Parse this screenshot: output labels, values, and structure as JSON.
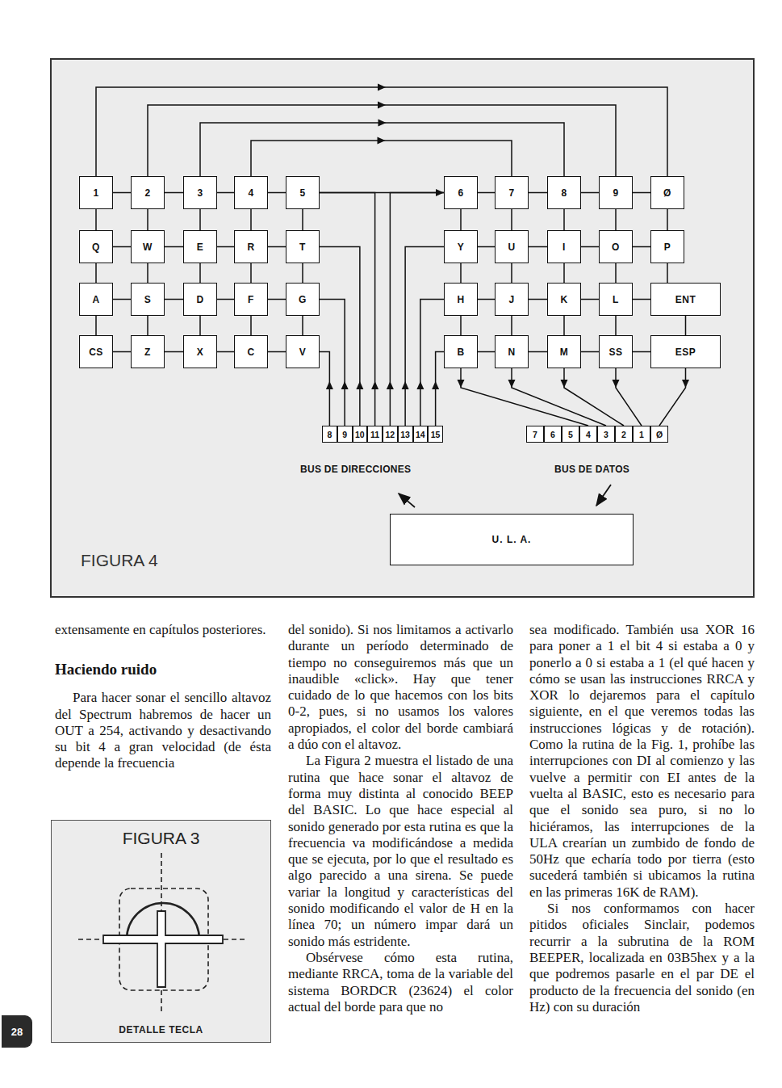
{
  "diagram": {
    "nodes": [
      {
        "text": [
          "FIGURA 4"
        ]
      },
      {
        "text": [
          "1"
        ],
        "in": 0
      },
      {
        "text": [
          "2"
        ],
        "in": 0
      },
      {
        "text": [
          "3"
        ],
        "in": 0
      },
      {
        "text": [
          "4"
        ],
        "in": 0
      },
      {
        "text": [
          "5"
        ],
        "in": 0
      },
      {
        "text": [
          "6"
        ],
        "in": 0
      },
      {
        "text": [
          "7"
        ],
        "in": 0
      },
      {
        "text": [
          "8"
        ],
        "in": 0
      },
      {
        "text": [
          "9"
        ],
        "in": 0
      },
      {
        "text": [
          "Ø"
        ],
        "in": 0
      },
      {
        "text": [
          "Q"
        ],
        "in": 0
      },
      {
        "text": [
          "W"
        ],
        "in": 0
      },
      {
        "text": [
          "E"
        ],
        "in": 0
      },
      {
        "text": [
          "R"
        ],
        "in": 0
      },
      {
        "text": [
          "T"
        ],
        "in": 0
      },
      {
        "text": [
          "Y"
        ],
        "in": 0
      },
      {
        "text": [
          "U"
        ],
        "in": 0
      },
      {
        "text": [
          "I"
        ],
        "in": 0
      },
      {
        "text": [
          "O"
        ],
        "in": 0
      },
      {
        "text": [
          "P"
        ],
        "in": 0
      },
      {
        "text": [
          "A"
        ],
        "in": 0
      },
      {
        "text": [
          "S"
        ],
        "in": 0
      },
      {
        "text": [
          "D"
        ],
        "in": 0
      },
      {
        "text": [
          "F"
        ],
        "in": 0
      },
      {
        "text": [
          "G"
        ],
        "in": 0
      },
      {
        "text": [
          "H"
        ],
        "in": 0
      },
      {
        "text": [
          "J"
        ],
        "in": 0
      },
      {
        "text": [
          "K"
        ],
        "in": 0
      },
      {
        "text": [
          "L"
        ],
        "in": 0
      },
      {
        "text": [
          "ENT"
        ],
        "in": 0
      },
      {
        "text": [
          "CS"
        ],
        "in": 0
      },
      {
        "text": [
          "Z"
        ],
        "in": 0
      },
      {
        "text": [
          "X"
        ],
        "in": 0
      },
      {
        "text": [
          "C"
        ],
        "in": 0
      },
      {
        "text": [
          "V"
        ],
        "in": 0
      },
      {
        "text": [
          "B"
        ],
        "in": 0
      },
      {
        "text": [
          "N"
        ],
        "in": 0
      },
      {
        "text": [
          "M"
        ],
        "in": 0
      },
      {
        "text": [
          "SS"
        ],
        "in": 0
      },
      {
        "text": [
          "ESP"
        ],
        "in": 0
      },
      {
        "text": [
          "8"
        ],
        "in": 0
      },
      {
        "text": [
          "9"
        ],
        "in": 0
      },
      {
        "text": [
          "10"
        ],
        "in": 0
      },
      {
        "text": [
          "11"
        ],
        "in": 0
      },
      {
        "text": [
          "12"
        ],
        "in": 0
      },
      {
        "text": [
          "13"
        ],
        "in": 0
      },
      {
        "text": [
          "14"
        ],
        "in": 0
      },
      {
        "text": [
          "15"
        ],
        "in": 0
      },
      {
        "text": [
          "7"
        ],
        "in": 0
      },
      {
        "text": [
          "6"
        ],
        "in": 0
      },
      {
        "text": [
          "5"
        ],
        "in": 0
      },
      {
        "text": [
          "4"
        ],
        "in": 0
      },
      {
        "text": [
          "3"
        ],
        "in": 0
      },
      {
        "text": [
          "2"
        ],
        "in": 0
      },
      {
        "text": [
          "1"
        ],
        "in": 0
      },
      {
        "text": [
          "Ø"
        ],
        "in": 0
      },
      {
        "text": [
          "U. L. A."
        ],
        "in": 0
      },
      {
        "text": [
          "FIGURA 3",
          "DETALLE TECLA"
        ]
      },
      {
        "text": [
          "28"
        ]
      }
    ],
    "edges": [
      {
        "from": 1,
        "to": 2,
        "arrow": "none"
      },
      {
        "from": 2,
        "to": 3,
        "arrow": "none"
      },
      {
        "from": 3,
        "to": 4,
        "arrow": "none"
      },
      {
        "from": 4,
        "to": 5,
        "arrow": "none"
      },
      {
        "from": 6,
        "to": 7,
        "arrow": "none"
      },
      {
        "from": 7,
        "to": 8,
        "arrow": "none"
      },
      {
        "from": 8,
        "to": 9,
        "arrow": "none"
      },
      {
        "from": 9,
        "to": 10,
        "arrow": "none"
      },
      {
        "from": 11,
        "to": 12,
        "arrow": "none"
      },
      {
        "from": 12,
        "to": 13,
        "arrow": "none"
      },
      {
        "from": 13,
        "to": 14,
        "arrow": "none"
      },
      {
        "from": 14,
        "to": 15,
        "arrow": "none"
      },
      {
        "from": 16,
        "to": 17,
        "arrow": "none"
      },
      {
        "from": 17,
        "to": 18,
        "arrow": "none"
      },
      {
        "from": 18,
        "to": 19,
        "arrow": "none"
      },
      {
        "from": 19,
        "to": 20,
        "arrow": "none"
      },
      {
        "from": 21,
        "to": 22,
        "arrow": "none"
      },
      {
        "from": 22,
        "to": 23,
        "arrow": "none"
      },
      {
        "from": 23,
        "to": 24,
        "arrow": "none"
      },
      {
        "from": 24,
        "to": 25,
        "arrow": "none"
      },
      {
        "from": 26,
        "to": 27,
        "arrow": "none"
      },
      {
        "from": 27,
        "to": 28,
        "arrow": "none"
      },
      {
        "from": 28,
        "to": 29,
        "arrow": "none"
      },
      {
        "from": 29,
        "to": 30,
        "arrow": "none"
      },
      {
        "from": 31,
        "to": 32,
        "arrow": "none"
      },
      {
        "from": 32,
        "to": 33,
        "arrow": "none"
      },
      {
        "from": 33,
        "to": 34,
        "arrow": "none"
      },
      {
        "from": 34,
        "to": 35,
        "arrow": "none"
      },
      {
        "from": 36,
        "to": 37,
        "arrow": "none"
      },
      {
        "from": 37,
        "to": 38,
        "arrow": "none"
      },
      {
        "from": 38,
        "to": 39,
        "arrow": "none"
      },
      {
        "from": 39,
        "to": 40,
        "arrow": "none"
      },
      {
        "from": 1,
        "to": 11,
        "arrow": "none"
      },
      {
        "from": 11,
        "to": 21,
        "arrow": "none"
      },
      {
        "from": 21,
        "to": 31,
        "arrow": "none"
      },
      {
        "from": 2,
        "to": 12,
        "arrow": "none"
      },
      {
        "from": 12,
        "to": 22,
        "arrow": "none"
      },
      {
        "from": 22,
        "to": 32,
        "arrow": "none"
      },
      {
        "from": 3,
        "to": 13,
        "arrow": "none"
      },
      {
        "from": 13,
        "to": 23,
        "arrow": "none"
      },
      {
        "from": 23,
        "to": 33,
        "arrow": "none"
      },
      {
        "from": 4,
        "to": 14,
        "arrow": "none"
      },
      {
        "from": 14,
        "to": 24,
        "arrow": "none"
      },
      {
        "from": 24,
        "to": 34,
        "arrow": "none"
      },
      {
        "from": 5,
        "to": 15,
        "arrow": "none"
      },
      {
        "from": 15,
        "to": 25,
        "arrow": "none"
      },
      {
        "from": 25,
        "to": 35,
        "arrow": "none"
      },
      {
        "from": 6,
        "to": 16,
        "arrow": "none"
      },
      {
        "from": 16,
        "to": 26,
        "arrow": "none"
      },
      {
        "from": 26,
        "to": 36,
        "arrow": "none"
      },
      {
        "from": 7,
        "to": 17,
        "arrow": "none"
      },
      {
        "from": 17,
        "to": 27,
        "arrow": "none"
      },
      {
        "from": 27,
        "to": 37,
        "arrow": "none"
      },
      {
        "from": 8,
        "to": 18,
        "arrow": "none"
      },
      {
        "from": 18,
        "to": 28,
        "arrow": "none"
      },
      {
        "from": 28,
        "to": 38,
        "arrow": "none"
      },
      {
        "from": 9,
        "to": 19,
        "arrow": "none"
      },
      {
        "from": 19,
        "to": 29,
        "arrow": "none"
      },
      {
        "from": 29,
        "to": 39,
        "arrow": "none"
      },
      {
        "from": 10,
        "to": 20,
        "arrow": "none"
      },
      {
        "from": 20,
        "to": 30,
        "arrow": "none"
      },
      {
        "from": 30,
        "to": 40,
        "arrow": "none"
      },
      {
        "from": 1,
        "to": 10,
        "arrow": "to"
      },
      {
        "from": 2,
        "to": 9,
        "arrow": "to"
      },
      {
        "from": 3,
        "to": 8,
        "arrow": "to"
      },
      {
        "from": 4,
        "to": 7,
        "arrow": "to"
      },
      {
        "from": 5,
        "to": 6,
        "arrow": "to"
      },
      {
        "from": 41,
        "to": 35,
        "arrow": "to"
      },
      {
        "from": 42,
        "to": 25,
        "arrow": "to"
      },
      {
        "from": 43,
        "to": 15,
        "arrow": "to"
      },
      {
        "from": 44,
        "to": 5,
        "arrow": "to"
      },
      {
        "from": 45,
        "to": 6,
        "arrow": "to"
      },
      {
        "from": 46,
        "to": 16,
        "arrow": "to"
      },
      {
        "from": 47,
        "to": 26,
        "arrow": "to"
      },
      {
        "from": 48,
        "to": 36,
        "arrow": "to"
      },
      {
        "from": 36,
        "to": 52,
        "arrow": "to"
      },
      {
        "from": 37,
        "to": 53,
        "arrow": "to"
      },
      {
        "from": 38,
        "to": 54,
        "arrow": "to"
      },
      {
        "from": 39,
        "to": 55,
        "arrow": "to"
      },
      {
        "from": 40,
        "to": 56,
        "arrow": "to"
      }
    ],
    "labels": [
      "BUS DE DIRECCIONES",
      "BUS DE DATOS",
      "extensamente en capítulos posteriores.",
      "Haciendo ruido",
      "Para hacer sonar el sencillo altavoz del Spectrum habremos de hacer un OUT a 254, activando y desactivando su bit 4 a gran velocidad (de ésta depende la frecuencia",
      "del sonido). Si nos limitamos a activarlo durante un período determinado de tiempo no conseguiremos más que un inaudible «click». Hay que tener cuidado de lo que hacemos con los bits 0-2, pues, si no usamos los valores apropiados, el color del borde cambiará a dúo con el altavoz.",
      "La Figura 2 muestra el listado de una rutina que hace sonar el altavoz de forma muy distinta al conocido BEEP del BASIC. Lo que hace especial al sonido generado por esta rutina es que la frecuencia va modificándose a medida que se ejecuta, por lo que el resultado es algo parecido a una sirena. Se puede variar la longitud y características del sonido modificando el valor de H en la línea 70; un número impar dará un sonido más estridente.",
      "Obsérvese cómo esta rutina, mediante RRCA, toma de la variable del sistema BORDCR (23624) el color actual del borde para que no",
      "sea modificado. También usa XOR 16 para poner a 1 el bit 4 si estaba a 0 y ponerlo a 0 si estaba a 1 (el qué hacen y cómo se usan las instrucciones RRCA y XOR lo dejaremos para el capítulo siguiente, en el que veremos todas las instrucciones lógicas y de rotación). Como la rutina de la Fig. 1, prohíbe las interrupciones con DI al comienzo y las vuelve a permitir con EI antes de la vuelta al BASIC, esto es necesario para que el sonido sea puro, si no lo hiciéramos, las interrupciones de la ULA crearían un zumbido de fondo de 50Hz que echaría todo por tierra (esto sucederá también si ubicamos la rutina en las primeras 16K de RAM).",
      "Si nos conformamos con hacer pitidos oficiales Sinclair, podemos recurrir a la subrutina de la ROM BEEPER, localizada en 03B5hex y a la que podremos pasarle en el par DE el producto de la frecuencia del sonido (en Hz) con su duración"
    ]
  }
}
